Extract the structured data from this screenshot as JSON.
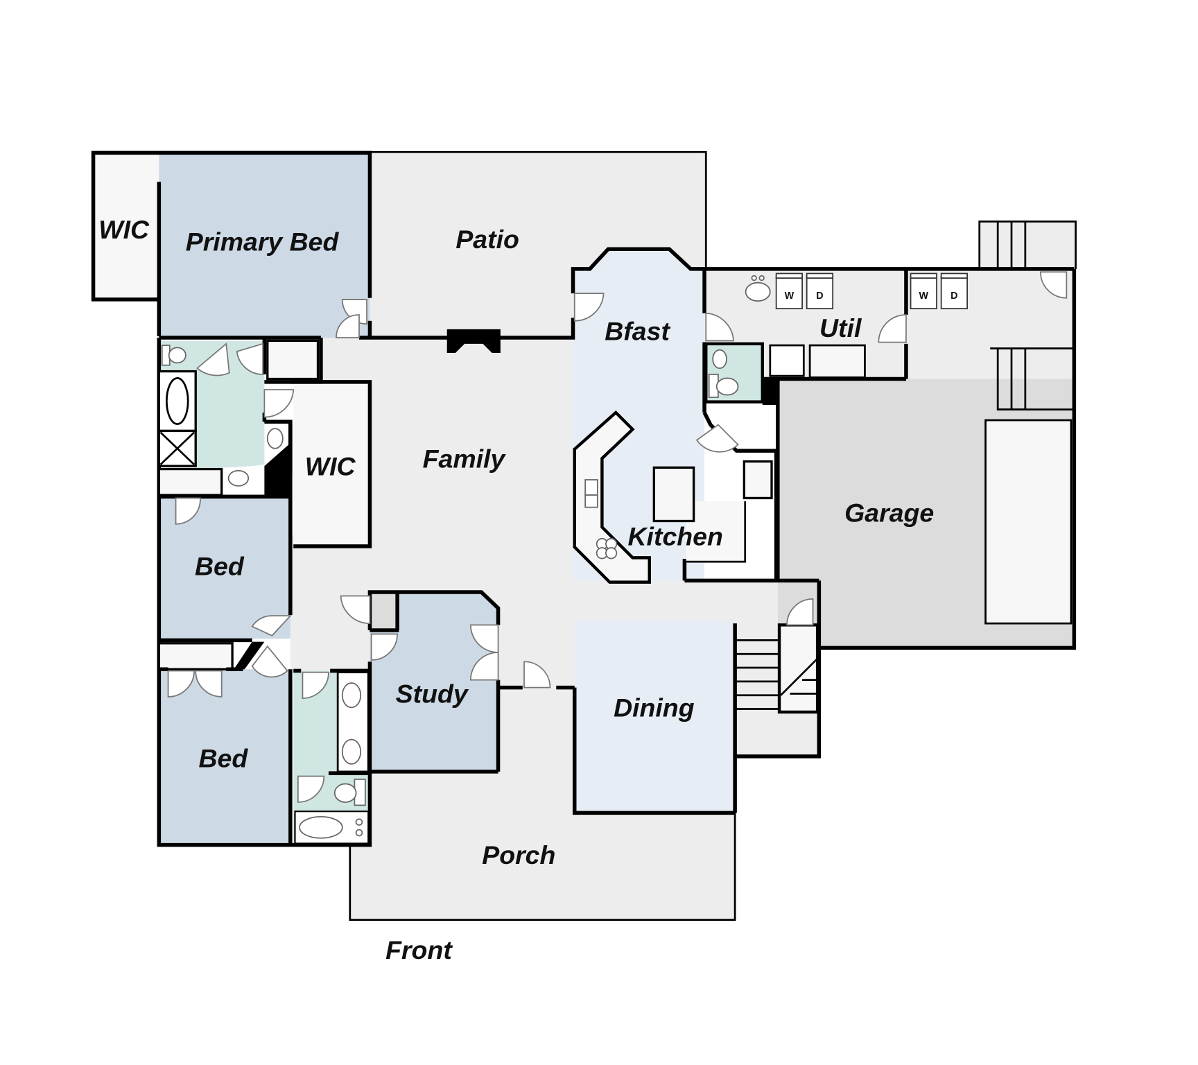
{
  "plan": {
    "type": "floor-plan",
    "colors": {
      "bedroom": "#cdd9e5",
      "bath": "#cfe6e3",
      "kitchen_dining": "#e6edf5",
      "living": "#ededed",
      "garage": "#dcdcdc",
      "closet": "#f7f7f7",
      "wall": "#000000",
      "background": "#ffffff"
    },
    "rooms": {
      "wic_primary": "WIC",
      "primary_bed": "Primary Bed",
      "patio": "Patio",
      "bfast": "Bfast",
      "util": "Util",
      "wic_hall": "WIC",
      "family": "Family",
      "kitchen": "Kitchen",
      "garage": "Garage",
      "bed_1": "Bed",
      "bed_2": "Bed",
      "study": "Study",
      "dining": "Dining",
      "porch": "Porch"
    },
    "appliances": {
      "washer_1": "W",
      "dryer_1": "D",
      "washer_2": "W",
      "dryer_2": "D"
    },
    "orientation_label": "Front"
  }
}
